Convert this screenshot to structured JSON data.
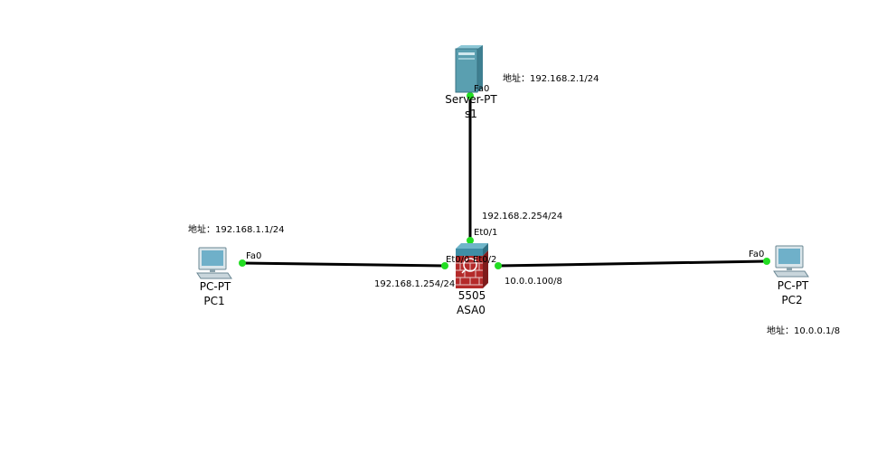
{
  "devices": {
    "server": {
      "model": "Server-PT",
      "name": "s1",
      "icon": "server-icon"
    },
    "asa": {
      "model": "5505",
      "name": "ASA0",
      "icon": "firewall-icon"
    },
    "pc1": {
      "model": "PC-PT",
      "name": "PC1",
      "icon": "pc-icon"
    },
    "pc2": {
      "model": "PC-PT",
      "name": "PC2",
      "icon": "pc-icon"
    }
  },
  "ports": {
    "server_fa0": "Fa0",
    "asa_et01": "Et0/1",
    "asa_et00": "Et0/0",
    "asa_et02": "Et0/2",
    "pc1_fa0": "Fa0",
    "pc2_fa0": "Fa0"
  },
  "annotations": {
    "server_addr": "地址：192.168.2.1/24",
    "pc1_addr": "地址：192.168.1.1/24",
    "pc2_addr": "地址：10.0.0.1/8",
    "asa_inside1": "192.168.2.254/24",
    "asa_inside0": "192.168.1.254/24",
    "asa_outside": "10.0.0.100/8"
  },
  "colors": {
    "link": "#000000",
    "port_up": "#22dd22",
    "server_body": "#5a9fb0",
    "firewall_brick": "#b42a2a",
    "firewall_top": "#3f8ea6"
  }
}
